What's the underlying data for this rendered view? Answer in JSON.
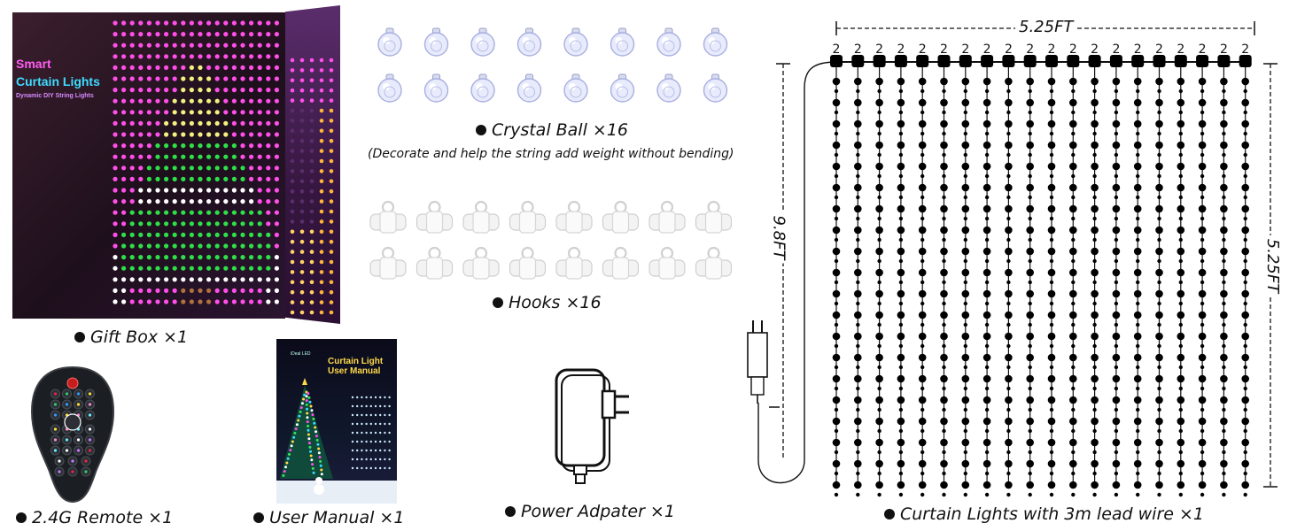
{
  "box": {
    "line1": "Smart",
    "line2": "Curtain Lights",
    "line3": "Dynamic DIY String Lights"
  },
  "manual": {
    "brand": "iDeal LED",
    "title_line1": "Curtain Light",
    "title_line2": "User Manual"
  },
  "captions": {
    "gift_box": "Gift Box ×1",
    "remote": "2.4G Remote ×1",
    "user_manual": "User Manual ×1",
    "crystal_ball": "Crystal Ball ×16",
    "crystal_note": "(Decorate and help the string add weight without bending)",
    "hooks": "Hooks ×16",
    "power_adapter": "Power Adpater ×1",
    "curtain_lights": "Curtain Lights with 3m lead wire  ×1"
  },
  "dimensions": {
    "width": "5.25FT",
    "height": "5.25FT",
    "lead_wire": "9.8FT"
  },
  "curtain": {
    "strings": 20,
    "bulbs_per_string": 20,
    "connector_label": "2"
  },
  "colors": {
    "box_pink": "#ff4fe8",
    "box_cyan": "#3ddcff",
    "tree_yellow": "#f2f080",
    "tree_green": "#2ee048",
    "tree_white": "#ffffff",
    "bulb_black": "#000000"
  }
}
